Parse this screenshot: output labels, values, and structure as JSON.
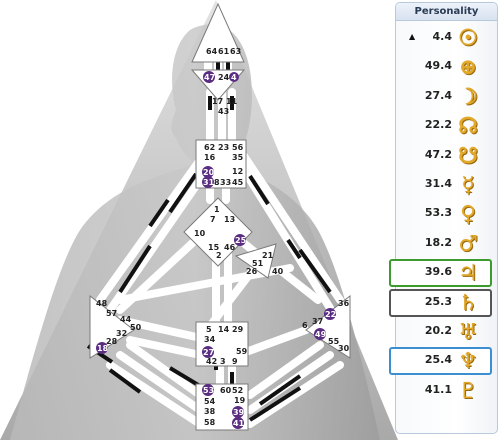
{
  "panel": {
    "title": "Personality",
    "rows": [
      {
        "value": "4.4",
        "planet": "sun-icon",
        "glyph": "☉",
        "arrow": "▲",
        "highlight": ""
      },
      {
        "value": "49.4",
        "planet": "earth-icon",
        "glyph": "⊕",
        "arrow": "",
        "highlight": ""
      },
      {
        "value": "27.4",
        "planet": "moon-icon",
        "glyph": "☽",
        "arrow": "",
        "highlight": ""
      },
      {
        "value": "22.2",
        "planet": "north-node-icon",
        "glyph": "☊",
        "arrow": "",
        "highlight": ""
      },
      {
        "value": "47.2",
        "planet": "south-node-icon",
        "glyph": "☋",
        "arrow": "",
        "highlight": ""
      },
      {
        "value": "31.4",
        "planet": "mercury-icon",
        "glyph": "☿",
        "arrow": "",
        "highlight": ""
      },
      {
        "value": "53.3",
        "planet": "venus-icon",
        "glyph": "♀",
        "arrow": "",
        "highlight": ""
      },
      {
        "value": "18.2",
        "planet": "mars-icon",
        "glyph": "♂",
        "arrow": "",
        "highlight": ""
      },
      {
        "value": "39.6",
        "planet": "jupiter-icon",
        "glyph": "♃",
        "arrow": "",
        "highlight": "#3c9a2e"
      },
      {
        "value": "25.3",
        "planet": "saturn-icon",
        "glyph": "♄",
        "arrow": "",
        "highlight": "#555555"
      },
      {
        "value": "20.2",
        "planet": "uranus-icon",
        "glyph": "♅",
        "arrow": "",
        "highlight": ""
      },
      {
        "value": "25.4",
        "planet": "neptune-icon",
        "glyph": "♆",
        "arrow": "",
        "highlight": "#3b8fd0"
      },
      {
        "value": "41.1",
        "planet": "pluto-icon",
        "glyph": "♇",
        "arrow": "",
        "highlight": ""
      }
    ]
  },
  "colors": {
    "activated_gate": "#5a2d82",
    "triangle_light": "#d0d0d0",
    "triangle_dark": "#9c9c9c",
    "center_fill": "#ffffff",
    "channel_active": "#111111"
  },
  "gates": {
    "head": [
      "64",
      "61",
      "63"
    ],
    "ajna_top": [
      "47",
      "24",
      "4"
    ],
    "throat_top": [
      "17",
      "11"
    ],
    "throat_mid": [
      "43"
    ],
    "throat_row1": [
      "62",
      "23",
      "56"
    ],
    "throat_left": [
      "16"
    ],
    "throat_right": [
      "35"
    ],
    "throat_right2": [
      "12"
    ],
    "throat_row3": [
      "20",
      "8",
      "33",
      "45"
    ],
    "throat_bottom_left": [
      "31"
    ],
    "g_top": [
      "1"
    ],
    "g_mid": [
      "7",
      "13"
    ],
    "g_left": [
      "10"
    ],
    "g_right": [
      "25"
    ],
    "g_bottom": [
      "15",
      "46",
      "2"
    ],
    "heart": [
      "21",
      "51",
      "26",
      "40"
    ],
    "spleen": [
      "48",
      "57",
      "44",
      "50",
      "32",
      "28",
      "18"
    ],
    "solar": [
      "36",
      "22",
      "37",
      "6",
      "49",
      "55",
      "30"
    ],
    "sacral_top": [
      "5",
      "14",
      "29"
    ],
    "sacral_mid": [
      "34",
      "59"
    ],
    "sacral_bottom": [
      "27",
      "42",
      "3",
      "9"
    ],
    "root_top": [
      "53",
      "60",
      "52"
    ],
    "root_left": [
      "54",
      "38",
      "58"
    ],
    "root_right": [
      "19",
      "39",
      "41"
    ]
  }
}
